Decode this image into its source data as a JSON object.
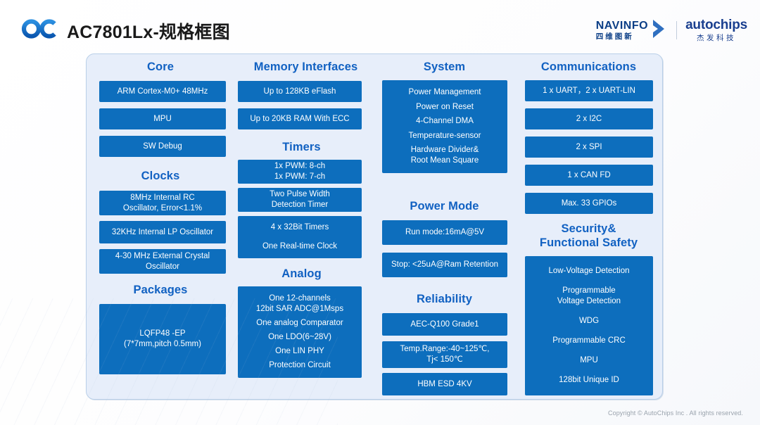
{
  "header": {
    "logo_icon": "oc-logo-icon",
    "title": "AC7801Lx-规格框图",
    "navinfo": {
      "en": "NAVINFO",
      "cn": "四维图新",
      "chevron_icon": "chevron-right-icon"
    },
    "autochips": {
      "en": "autochips",
      "cn": "杰发科技"
    }
  },
  "columns": [
    {
      "id": "col-core",
      "sections": [
        {
          "title": "Core",
          "boxes": [
            {
              "lines": [
                "ARM Cortex-M0+ 48MHz"
              ]
            },
            {
              "lines": [
                "MPU"
              ]
            },
            {
              "lines": [
                "SW Debug"
              ]
            }
          ]
        },
        {
          "title": "Clocks",
          "boxes": [
            {
              "lines": [
                "8MHz Internal RC",
                "Oscillator, Error<1.1%"
              ]
            },
            {
              "lines": [
                "32KHz Internal LP Oscillator"
              ]
            },
            {
              "lines": [
                "4-30 MHz External Crystal",
                "Oscillator"
              ]
            }
          ]
        },
        {
          "title": "Packages",
          "boxes": [
            {
              "lines": [
                "LQFP48 -EP",
                "(7*7mm,pitch 0.5mm)"
              ]
            }
          ]
        }
      ]
    },
    {
      "id": "col-memory",
      "sections": [
        {
          "title": "Memory Interfaces",
          "boxes": [
            {
              "lines": [
                "Up to 128KB eFlash"
              ]
            },
            {
              "lines": [
                "Up to 20KB RAM With ECC"
              ]
            }
          ]
        },
        {
          "title": "Timers",
          "boxes": [
            {
              "lines": [
                "1x PWM: 8-ch",
                "1x PWM: 7-ch"
              ]
            },
            {
              "lines": [
                "Two Pulse Width",
                "Detection Timer"
              ]
            },
            {
              "lines": [
                "4 x 32Bit Timers",
                "One Real-time Clock"
              ]
            }
          ]
        },
        {
          "title": "Analog",
          "boxes": [
            {
              "lines": [
                "One 12-channels",
                "12bit SAR ADC@1Msps"
              ]
            },
            {
              "lines": [
                "One analog Comparator"
              ]
            },
            {
              "lines": [
                "One LDO(6~28V)"
              ]
            },
            {
              "lines": [
                "One LIN PHY"
              ]
            },
            {
              "lines": [
                "Protection Circuit"
              ]
            }
          ]
        }
      ]
    },
    {
      "id": "col-system",
      "sections": [
        {
          "title": "System",
          "boxes": [
            {
              "lines": [
                "Power Management"
              ]
            },
            {
              "lines": [
                "Power on Reset"
              ]
            },
            {
              "lines": [
                "4-Channel DMA"
              ]
            },
            {
              "lines": [
                "Temperature-sensor"
              ]
            },
            {
              "lines": [
                "Hardware Divider&",
                "Root Mean Square"
              ]
            }
          ]
        },
        {
          "title": "Power Mode",
          "boxes": [
            {
              "lines": [
                "Run mode:16mA@5V"
              ]
            },
            {
              "lines": [
                "Stop: <25uA@Ram Retention"
              ]
            }
          ]
        },
        {
          "title": "Reliability",
          "boxes": [
            {
              "lines": [
                "AEC-Q100 Grade1"
              ]
            },
            {
              "lines": [
                "Temp.Range:-40~125℃,",
                "Tj< 150℃"
              ]
            },
            {
              "lines": [
                "HBM ESD  4KV"
              ]
            }
          ]
        }
      ]
    },
    {
      "id": "col-communications",
      "sections": [
        {
          "title": "Communications",
          "boxes": [
            {
              "lines": [
                "1 x UART，2 x UART-LIN"
              ]
            },
            {
              "lines": [
                "2 x I2C"
              ]
            },
            {
              "lines": [
                "2 x SPI"
              ]
            },
            {
              "lines": [
                "1 x CAN FD"
              ]
            },
            {
              "lines": [
                "Max. 33 GPIOs"
              ]
            }
          ]
        },
        {
          "title": "Security&\nFunctional Safety",
          "title_line1": "Security&",
          "title_line2": "Functional Safety",
          "boxes": [
            {
              "lines": [
                "Low-Voltage Detection"
              ]
            },
            {
              "lines": [
                "Programmable",
                "Voltage Detection"
              ]
            },
            {
              "lines": [
                "WDG"
              ]
            },
            {
              "lines": [
                "Programmable CRC"
              ]
            },
            {
              "lines": [
                "MPU"
              ]
            },
            {
              "lines": [
                "128bit Unique ID"
              ]
            }
          ]
        }
      ]
    }
  ],
  "footer": {
    "copyright": "Copyright © AutoChips Inc . All rights reserved."
  },
  "colors": {
    "box_blue": "#0d6ebd",
    "title_blue": "#1161c2",
    "panel_bg": "#e7eefa",
    "panel_border": "#b9cfe8",
    "brand_navy": "#0b3e86",
    "autochips_navy": "#1a3f8f"
  }
}
